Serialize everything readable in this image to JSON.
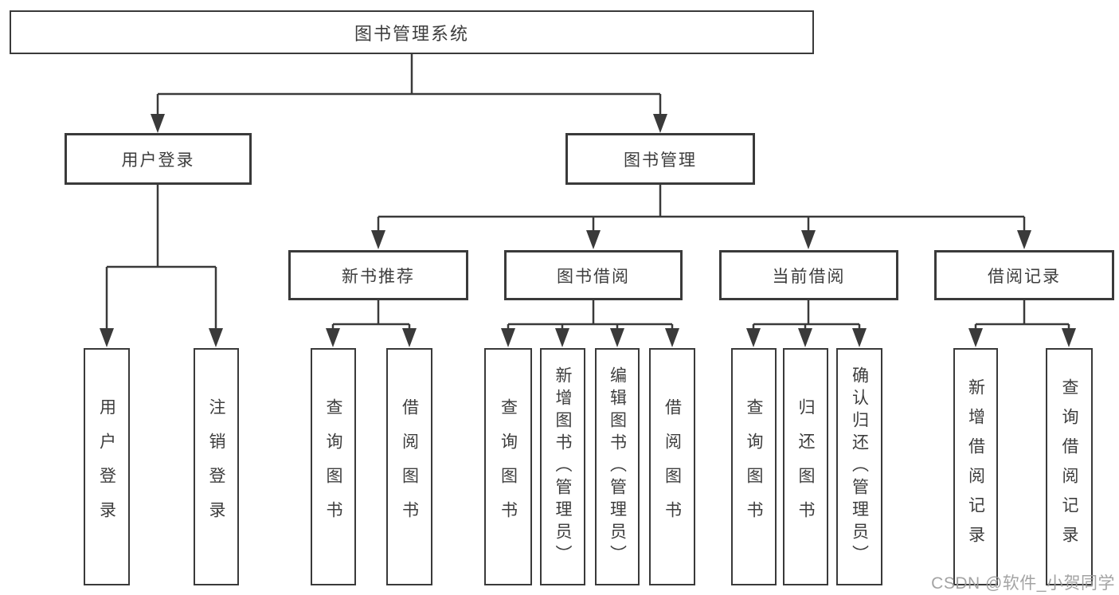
{
  "colors": {
    "line": "#3a3a3a",
    "box_border": "#3a3a3a",
    "text": "#3d3d3d",
    "background": "#ffffff",
    "watermark": "#9b9b9b"
  },
  "watermark": {
    "text": "CSDN @软件_小贺同学"
  },
  "diagram": {
    "type": "tree",
    "root": {
      "label": "图书管理系统",
      "children": [
        {
          "label": "用户登录",
          "children": [
            {
              "label": "用户登录"
            },
            {
              "label": "注销登录"
            }
          ]
        },
        {
          "label": "图书管理",
          "children": [
            {
              "label": "新书推荐",
              "children": [
                {
                  "label": "查询图书"
                },
                {
                  "label": "借阅图书"
                }
              ]
            },
            {
              "label": "图书借阅",
              "children": [
                {
                  "label": "查询图书"
                },
                {
                  "label": "新增图书（管理员）"
                },
                {
                  "label": "编辑图书（管理员）"
                },
                {
                  "label": "借阅图书"
                }
              ]
            },
            {
              "label": "当前借阅",
              "children": [
                {
                  "label": "查询图书"
                },
                {
                  "label": "归还图书"
                },
                {
                  "label": "确认归还（管理员）"
                }
              ]
            },
            {
              "label": "借阅记录",
              "children": [
                {
                  "label": "新增借阅记录"
                },
                {
                  "label": "查询借阅记录"
                }
              ]
            }
          ]
        }
      ]
    }
  }
}
